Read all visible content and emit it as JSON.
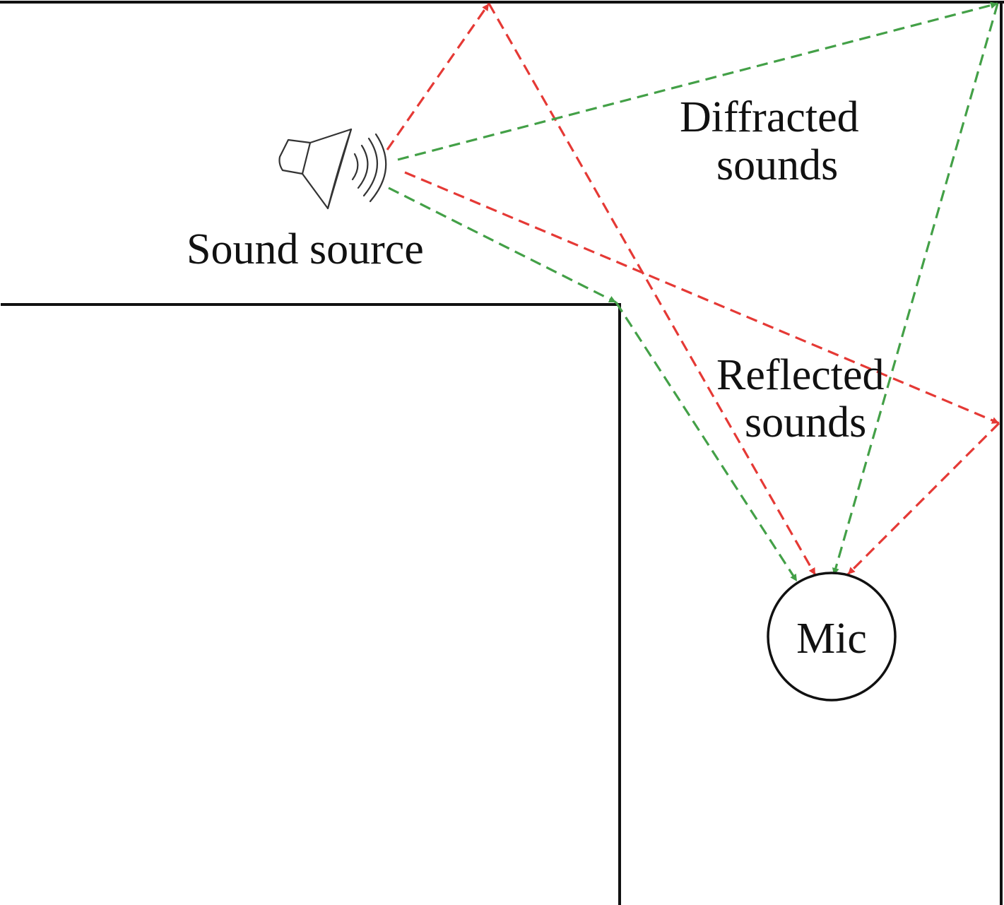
{
  "labels": {
    "source": "Sound source",
    "diffracted_line1": "Diffracted",
    "diffracted_line2": "sounds",
    "reflected_line1": "Reflected",
    "reflected_line2": "sounds",
    "mic": "Mic"
  },
  "colors": {
    "reflected": "#e53935",
    "diffracted": "#43a047",
    "wall": "#111111"
  },
  "icons": {
    "source": "speaker-icon"
  }
}
